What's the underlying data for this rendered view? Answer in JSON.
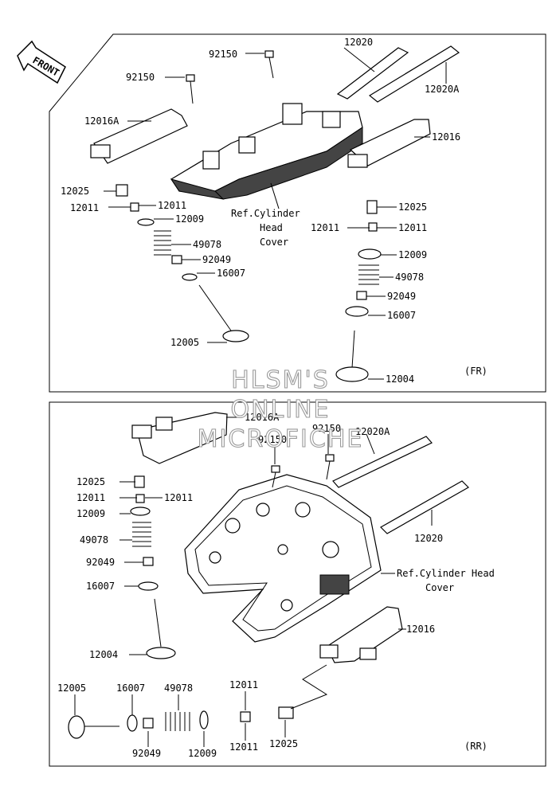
{
  "front_arrow_text": "FRONT",
  "watermark": [
    "HLSM'S",
    "ONLINE",
    "MICROFICHE"
  ],
  "sections": {
    "fr": {
      "tag": "(FR)",
      "ref_lines": [
        "Ref.Cylinder",
        "Head",
        "Cover"
      ]
    },
    "rr": {
      "tag": "(RR)",
      "ref_lines": [
        "Ref.Cylinder Head",
        "Cover"
      ]
    }
  },
  "labels": {
    "fr_92150_a": "92150",
    "fr_92150_b": "92150",
    "fr_12020": "12020",
    "fr_12020A": "12020A",
    "fr_12016A": "12016A",
    "fr_12016": "12016",
    "fr_12025_l": "12025",
    "fr_12011_l1": "12011",
    "fr_12011_l2": "12011",
    "fr_12009_l": "12009",
    "fr_49078_l": "49078",
    "fr_92049_l": "92049",
    "fr_16007_l": "16007",
    "fr_12005": "12005",
    "fr_12025_r": "12025",
    "fr_12011_r1": "12011",
    "fr_12011_r2": "12011",
    "fr_12009_r": "12009",
    "fr_49078_r": "49078",
    "fr_92049_r": "92049",
    "fr_16007_r": "16007",
    "fr_12004": "12004",
    "rr_12016A": "12016A",
    "rr_92150_a": "92150",
    "rr_92150_b": "92150",
    "rr_12020A": "12020A",
    "rr_12020": "12020",
    "rr_12025": "12025",
    "rr_12011_a": "12011",
    "rr_12011_b": "12011",
    "rr_12009": "12009",
    "rr_49078": "49078",
    "rr_92049": "92049",
    "rr_16007": "16007",
    "rr_12004": "12004",
    "rr_12016": "12016",
    "rr_b_12005": "12005",
    "rr_b_16007": "16007",
    "rr_b_49078": "49078",
    "rr_b_12011_t": "12011",
    "rr_b_92049": "92049",
    "rr_b_12009": "12009",
    "rr_b_12011_b": "12011",
    "rr_b_12025": "12025"
  }
}
